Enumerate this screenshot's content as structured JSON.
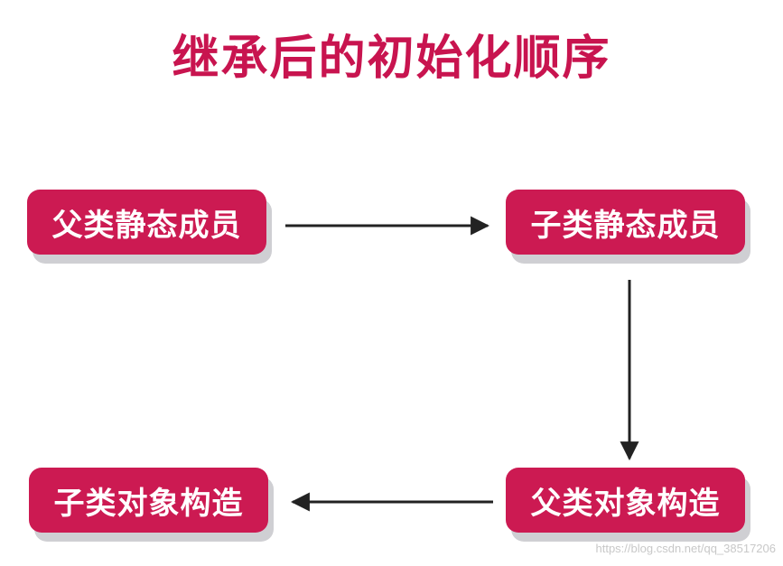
{
  "title": "继承后的初始化顺序",
  "nodes": [
    {
      "id": "n1",
      "label": "父类静态成员"
    },
    {
      "id": "n2",
      "label": "子类静态成员"
    },
    {
      "id": "n3",
      "label": "父类对象构造"
    },
    {
      "id": "n4",
      "label": "子类对象构造"
    }
  ],
  "watermark": "https://blog.csdn.net/qq_38517206",
  "colors": {
    "title": "#c8144f",
    "node_fill": "#cc1a52",
    "node_shadow": "#cfcfd3",
    "arrow": "#222222"
  }
}
